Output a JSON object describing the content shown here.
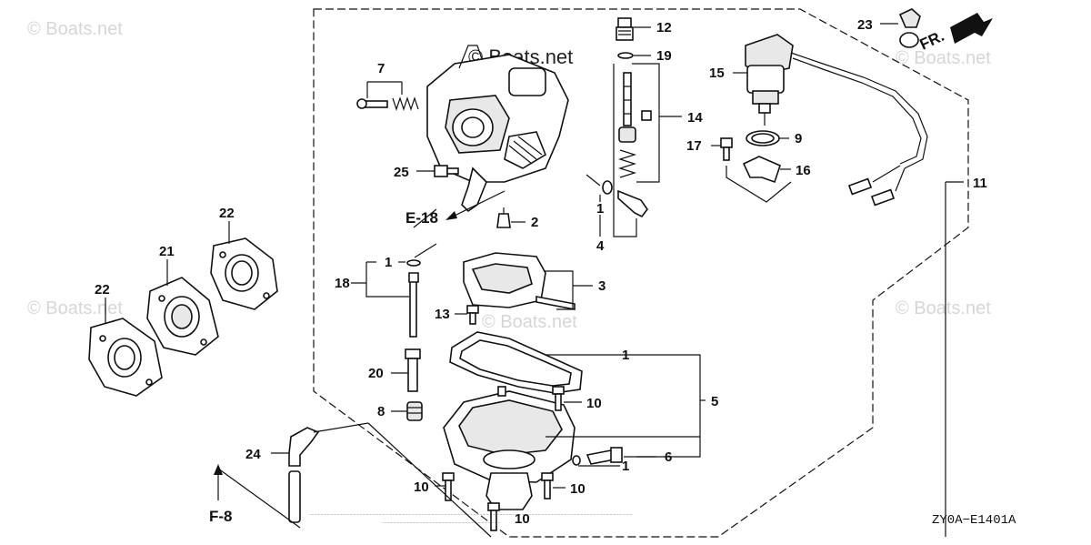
{
  "watermarks": {
    "site": "© Boats.net"
  },
  "callouts": {
    "c1a": "1",
    "c1b": "1",
    "c1c": "1",
    "c1d": "1",
    "c2": "2",
    "c3": "3",
    "c4": "4",
    "c5": "5",
    "c6": "6",
    "c7": "7",
    "c8": "8",
    "c9": "9",
    "c10a": "10",
    "c10b": "10",
    "c10c": "10",
    "c10d": "10",
    "c11": "11",
    "c12": "12",
    "c13": "13",
    "c14": "14",
    "c15": "15",
    "c16": "16",
    "c17": "17",
    "c18": "18",
    "c19": "19",
    "c20": "20",
    "c21": "21",
    "c22a": "22",
    "c22b": "22",
    "c23": "23",
    "c24": "24",
    "c25": "25"
  },
  "references": {
    "e18": "E-18",
    "f8": "F-8",
    "fr": "FR."
  },
  "diagram_code": "ZY0A−E1401A"
}
